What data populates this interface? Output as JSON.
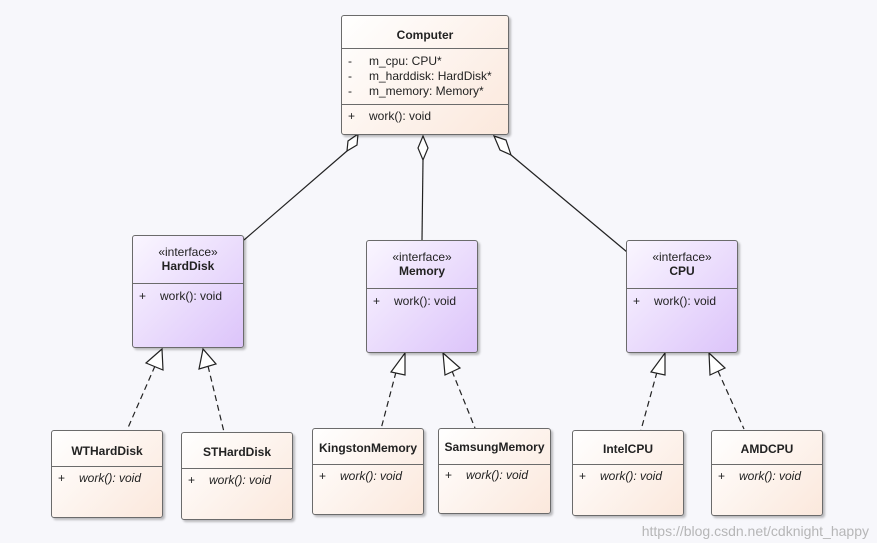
{
  "colors": {
    "line": "#222222",
    "border": "#6b6b6b",
    "class_fill": "#fbe8dc",
    "interface_fill": "#dcc4fa"
  },
  "computer": {
    "title": "Computer",
    "attributes": [
      {
        "vis": "-",
        "text": "m_cpu: CPU*"
      },
      {
        "vis": "-",
        "text": "m_harddisk: HardDisk*"
      },
      {
        "vis": "-",
        "text": "m_memory: Memory*"
      }
    ],
    "operations": [
      {
        "vis": "+",
        "text": "work(): void"
      }
    ]
  },
  "interfaces": {
    "harddisk": {
      "stereotype": "«interface»",
      "title": "HardDisk",
      "op_vis": "+",
      "op": "work(): void"
    },
    "memory": {
      "stereotype": "«interface»",
      "title": "Memory",
      "op_vis": "+",
      "op": "work(): void"
    },
    "cpu": {
      "stereotype": "«interface»",
      "title": "CPU",
      "op_vis": "+",
      "op": "work(): void"
    }
  },
  "classes": {
    "wtharddisk": {
      "title": "WTHardDisk",
      "op_vis": "+",
      "op": "work(): void"
    },
    "stharddisk": {
      "title": "STHardDisk",
      "op_vis": "+",
      "op": "work(): void"
    },
    "kingstonmemory": {
      "title": "KingstonMemory",
      "op_vis": "+",
      "op": "work(): void"
    },
    "samsungmemory": {
      "title": "SamsungMemory",
      "op_vis": "+",
      "op": "work(): void"
    },
    "intelcpu": {
      "title": "IntelCPU",
      "op_vis": "+",
      "op": "work(): void"
    },
    "amdcpu": {
      "title": "AMDCPU",
      "op_vis": "+",
      "op": "work(): void"
    }
  },
  "watermark": "https://blog.csdn.net/cdknight_happy"
}
